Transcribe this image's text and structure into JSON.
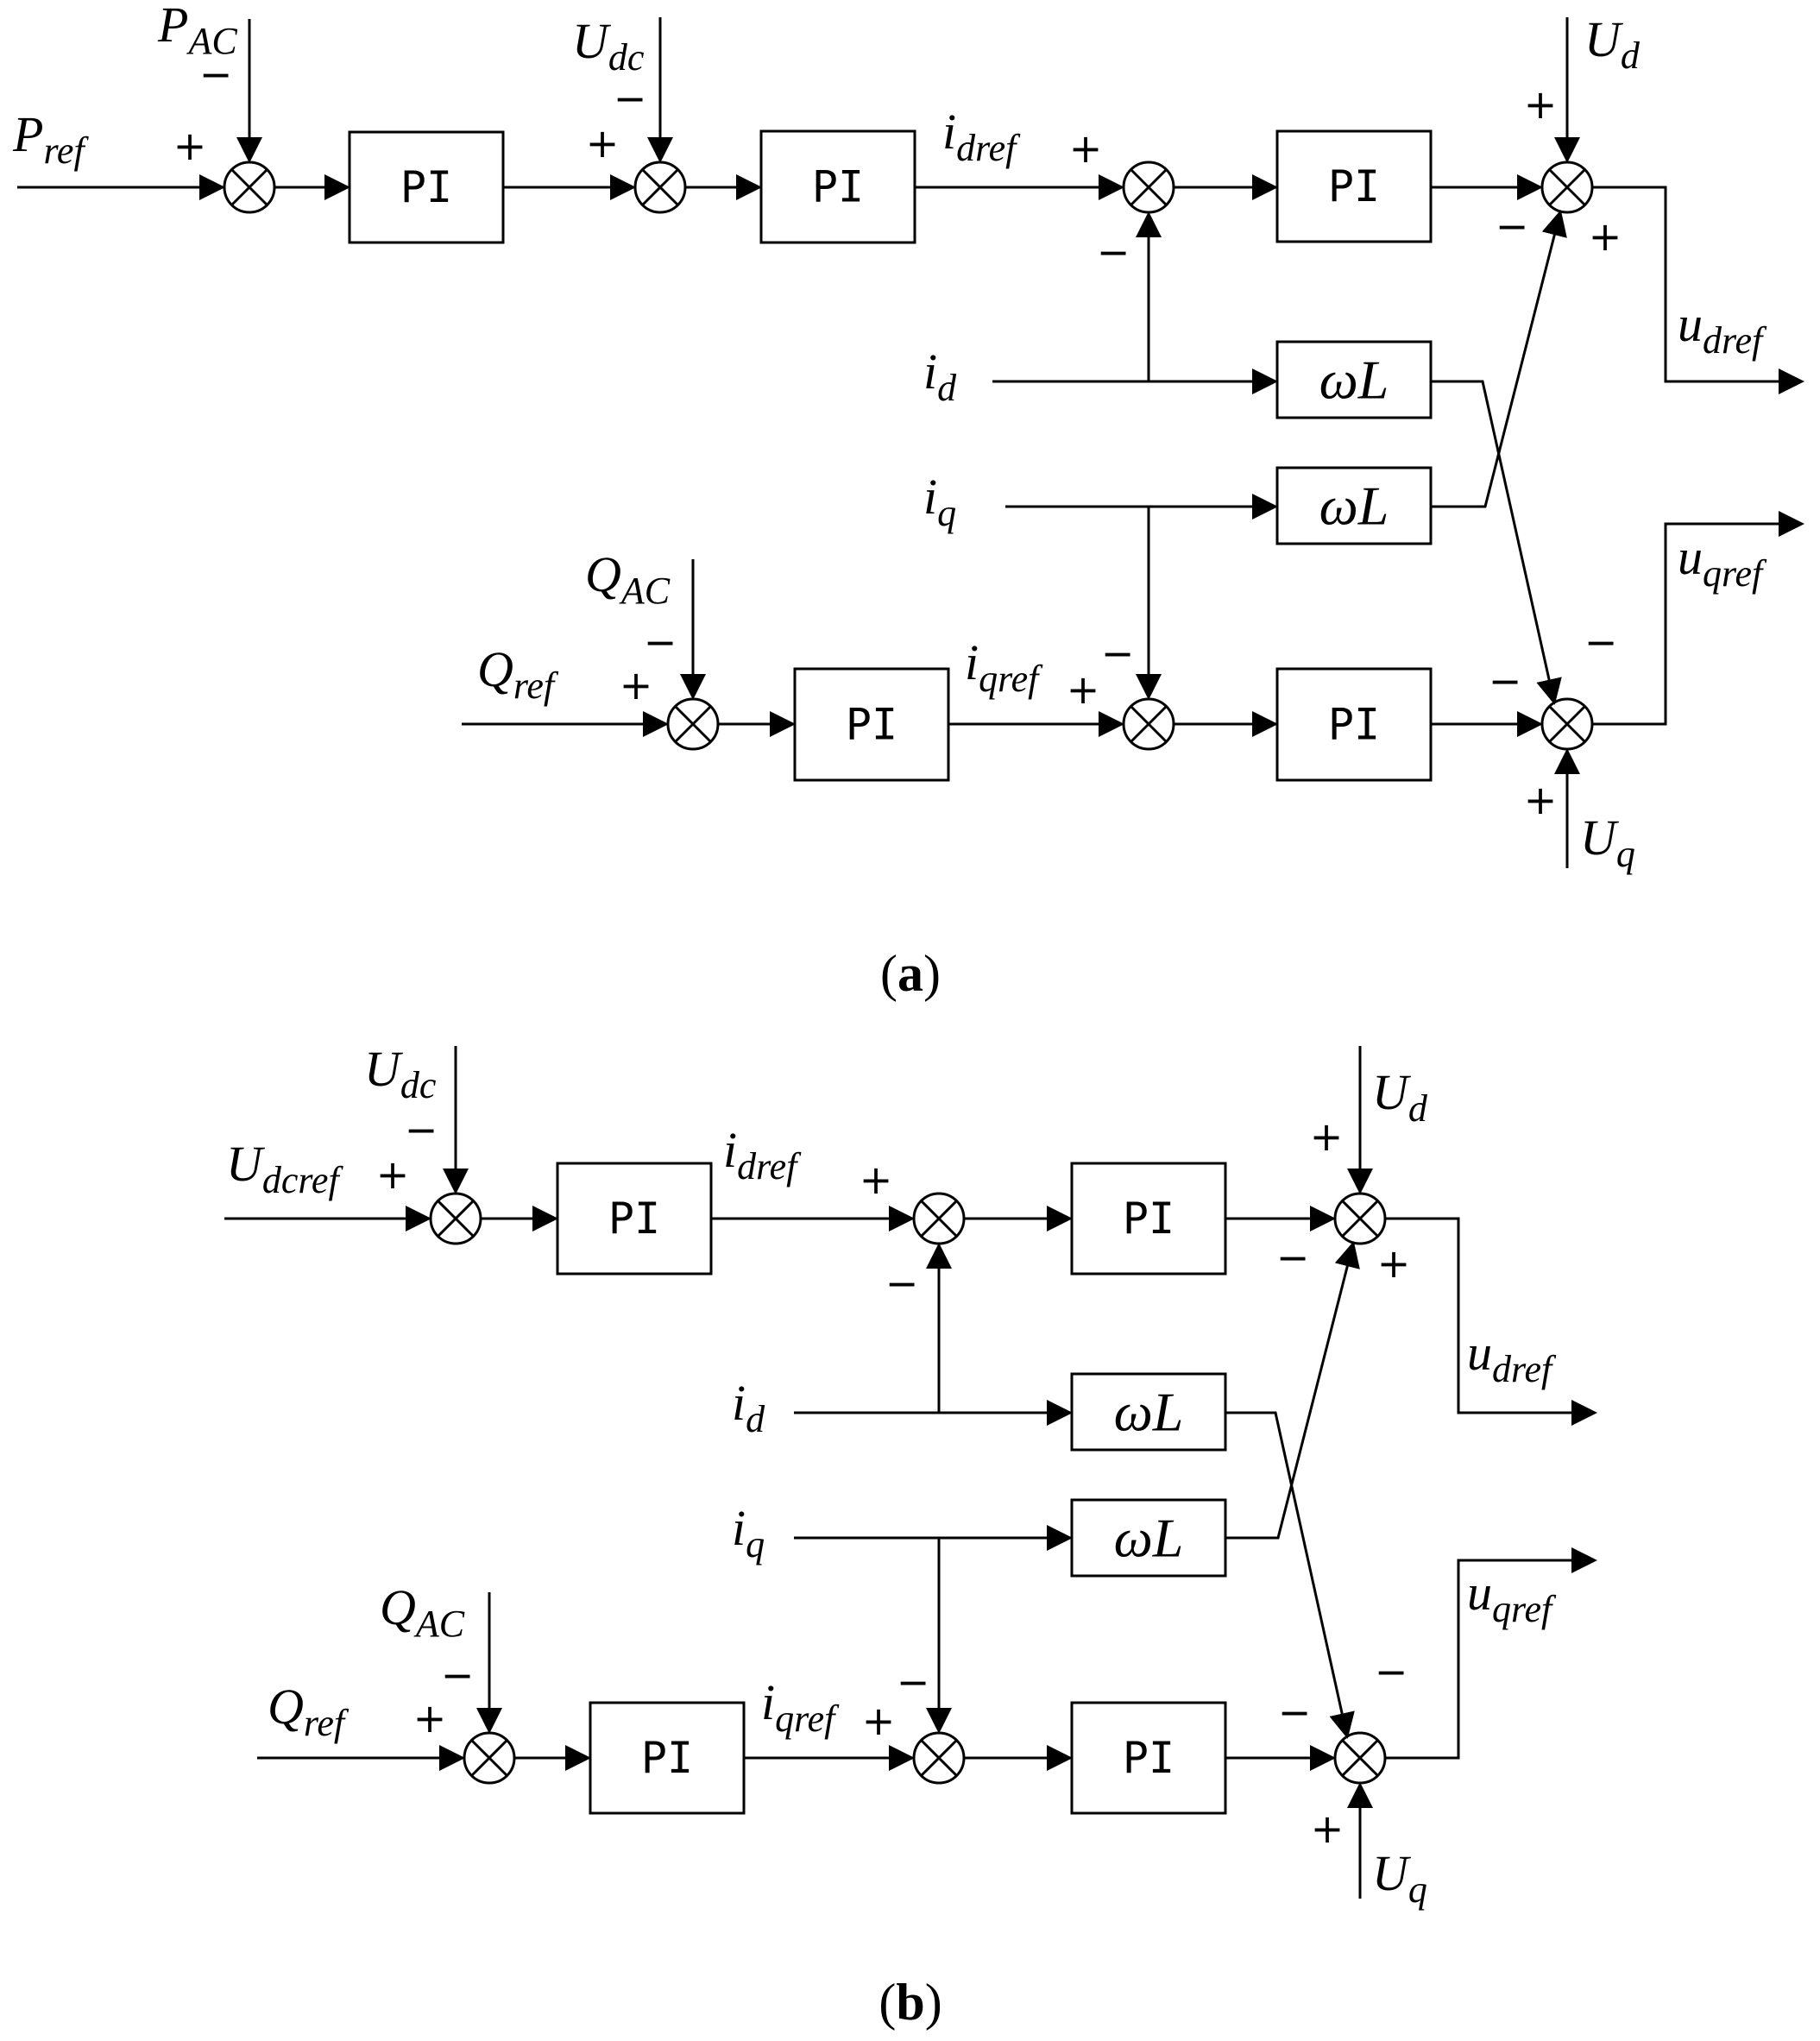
{
  "panels": [
    {
      "id": "a",
      "caption": "a",
      "pi_label": "PI",
      "wl_label": "ωL",
      "signals": {
        "p_ref": [
          "P",
          "ref"
        ],
        "p_ac": [
          "P",
          "AC"
        ],
        "u_dc": [
          "U",
          "dc"
        ],
        "i_dref": [
          "i",
          "dref"
        ],
        "u_d": [
          "U",
          "d"
        ],
        "u_dref": [
          "u",
          "dref"
        ],
        "i_d": [
          "i",
          "d"
        ],
        "i_q": [
          "i",
          "q"
        ],
        "q_ac": [
          "Q",
          "AC"
        ],
        "q_ref": [
          "Q",
          "ref"
        ],
        "i_qref": [
          "i",
          "qref"
        ],
        "u_qref": [
          "u",
          "qref"
        ],
        "u_q": [
          "U",
          "q"
        ]
      },
      "signs": {
        "plus": "+",
        "minus": "−"
      }
    },
    {
      "id": "b",
      "caption": "b",
      "pi_label": "PI",
      "wl_label": "ωL",
      "signals": {
        "u_dcref": [
          "U",
          "dcref"
        ],
        "u_dc": [
          "U",
          "dc"
        ],
        "i_dref": [
          "i",
          "dref"
        ],
        "u_d": [
          "U",
          "d"
        ],
        "u_dref": [
          "u",
          "dref"
        ],
        "i_d": [
          "i",
          "d"
        ],
        "i_q": [
          "i",
          "q"
        ],
        "q_ac": [
          "Q",
          "AC"
        ],
        "q_ref": [
          "Q",
          "ref"
        ],
        "i_qref": [
          "i",
          "qref"
        ],
        "u_qref": [
          "u",
          "qref"
        ],
        "u_q": [
          "U",
          "q"
        ]
      },
      "signs": {
        "plus": "+",
        "minus": "−"
      }
    }
  ]
}
